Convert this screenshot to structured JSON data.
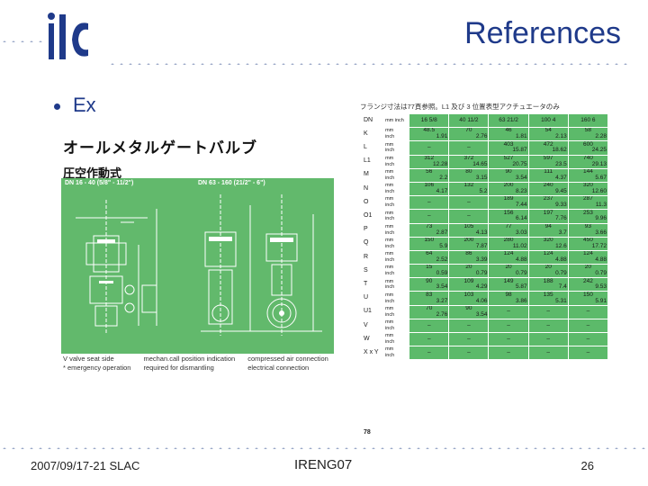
{
  "header": {
    "logo_text": "ilc",
    "title": "References"
  },
  "bullet": {
    "text": "Ex"
  },
  "left_scan": {
    "title": "オールメタルゲートバルブ",
    "subtitle": "圧空作動式",
    "drawing_left_label": "DN 16 - 40 (5/8\" - 11/2\")",
    "drawing_right_label": "DN 63 - 160 (21/2\" - 6\")",
    "legend": [
      "V valve seat side",
      "* emergency operation",
      "mechan.call position indication",
      "required for dismantling",
      "compressed air connection",
      "electrical connection"
    ],
    "colors": {
      "green": "#62b96c"
    }
  },
  "right_scan": {
    "title": "フランジ寸法は77頁参照。L1 及び 3 位置表型アクチュエータのみ",
    "page_number": "78",
    "units": {
      "mm": "mm",
      "inch": "inch"
    },
    "header_row": [
      "DN",
      "mm inch",
      "16 5/8",
      "40 11/2",
      "63 21/2",
      "100 4",
      "160 6"
    ],
    "rows": [
      {
        "label": "K",
        "mm": [
          "48.5",
          "70",
          "46",
          "54",
          "58"
        ],
        "inch": [
          "1.91",
          "2.76",
          "1.81",
          "2.13",
          "2.28"
        ]
      },
      {
        "label": "L",
        "mm": [
          "–",
          "–",
          "403",
          "472",
          "600"
        ],
        "inch": [
          "",
          "",
          "15.87",
          "18.62",
          "24.25"
        ]
      },
      {
        "label": "L1",
        "mm": [
          "312",
          "372",
          "527",
          "597",
          "740"
        ],
        "inch": [
          "12.28",
          "14.65",
          "20.75",
          "23.5",
          "29.13"
        ]
      },
      {
        "label": "M",
        "mm": [
          "56",
          "80",
          "90",
          "111",
          "144"
        ],
        "inch": [
          "2.2",
          "3.15",
          "3.54",
          "4.37",
          "5.67"
        ]
      },
      {
        "label": "N",
        "mm": [
          "106",
          "132",
          "200",
          "240",
          "320"
        ],
        "inch": [
          "4.17",
          "5.2",
          "8.23",
          "9.45",
          "12.60"
        ]
      },
      {
        "label": "O",
        "mm": [
          "–",
          "–",
          "189",
          "237",
          "287"
        ],
        "inch": [
          "",
          "",
          "7.44",
          "9.33",
          "11.3"
        ]
      },
      {
        "label": "O1",
        "mm": [
          "–",
          "–",
          "156",
          "197",
          "253"
        ],
        "inch": [
          "",
          "",
          "6.14",
          "7.76",
          "9.96"
        ]
      },
      {
        "label": "P",
        "mm": [
          "73",
          "105",
          "77",
          "94",
          "93"
        ],
        "inch": [
          "2.87",
          "4.13",
          "3.03",
          "3.7",
          "3.66"
        ]
      },
      {
        "label": "Q",
        "mm": [
          "150",
          "200",
          "280",
          "320",
          "450"
        ],
        "inch": [
          "5.9",
          "7.87",
          "11.02",
          "12.6",
          "17.72"
        ]
      },
      {
        "label": "R",
        "mm": [
          "64",
          "86",
          "124",
          "124",
          "124"
        ],
        "inch": [
          "2.52",
          "3.39",
          "4.88",
          "4.88",
          "4.88"
        ]
      },
      {
        "label": "S",
        "mm": [
          "15",
          "20",
          "20",
          "20",
          "20"
        ],
        "inch": [
          "0.59",
          "0.79",
          "0.79",
          "0.79",
          "0.79"
        ]
      },
      {
        "label": "T",
        "mm": [
          "90",
          "109",
          "149",
          "188",
          "242"
        ],
        "inch": [
          "3.54",
          "4.29",
          "5.87",
          "7.4",
          "9.53"
        ]
      },
      {
        "label": "U",
        "mm": [
          "83",
          "103",
          "98",
          "135",
          "150"
        ],
        "inch": [
          "3.27",
          "4.06",
          "3.86",
          "5.31",
          "5.91"
        ]
      },
      {
        "label": "U1",
        "mm": [
          "70",
          "90",
          "–",
          "–",
          "–"
        ],
        "inch": [
          "2.76",
          "3.54",
          "",
          "",
          ""
        ]
      },
      {
        "label": "V",
        "mm": [
          "–",
          "–",
          "–",
          "–",
          "–"
        ],
        "inch": [
          "",
          "",
          "",
          "",
          ""
        ]
      },
      {
        "label": "W",
        "mm": [
          "–",
          "–",
          "–",
          "–",
          "–"
        ],
        "inch": [
          "",
          "",
          "",
          "",
          ""
        ]
      },
      {
        "label": "X x Y",
        "mm": [
          "–",
          "–",
          "–",
          "–",
          "–"
        ],
        "inch": [
          "",
          "",
          "",
          "",
          ""
        ]
      }
    ],
    "colors": {
      "green": "#5cba6a"
    }
  },
  "footer": {
    "left": "2007/09/17-21 SLAC",
    "center": "IRENG07",
    "right": "26"
  }
}
